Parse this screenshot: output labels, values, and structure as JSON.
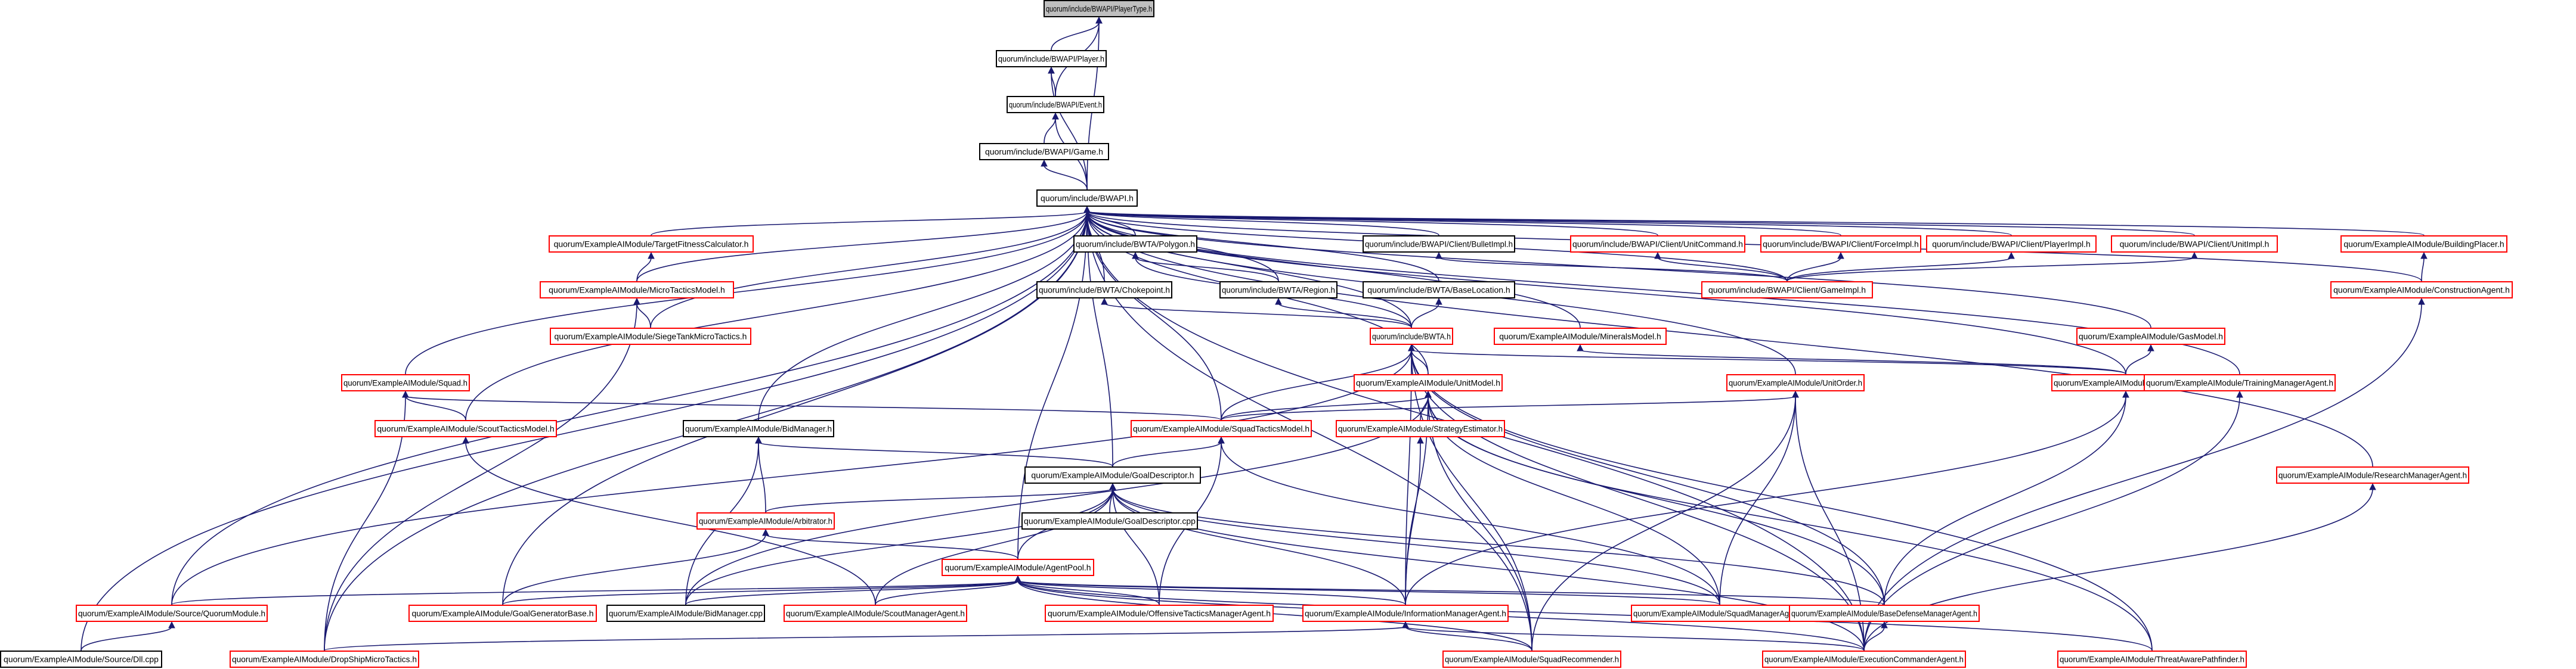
{
  "colors": {
    "edge": "#191970",
    "border_documented": "#000000",
    "border_undocumented": "#ff0000",
    "root_fill": "#bfbfbf"
  },
  "nodes": [
    {
      "id": "playertype",
      "label": "quorum/include/BWAPI/PlayerType.h",
      "style": "root"
    },
    {
      "id": "player",
      "label": "quorum/include/BWAPI/Player.h",
      "style": "black"
    },
    {
      "id": "event",
      "label": "quorum/include/BWAPI/Event.h",
      "style": "black"
    },
    {
      "id": "game",
      "label": "quorum/include/BWAPI/Game.h",
      "style": "black"
    },
    {
      "id": "bwapi",
      "label": "quorum/include/BWAPI.h",
      "style": "black"
    },
    {
      "id": "targetfitness",
      "label": "quorum/ExampleAIModule/TargetFitnessCalculator.h",
      "style": "red"
    },
    {
      "id": "bwtapolygon",
      "label": "quorum/include/BWTA/Polygon.h",
      "style": "black"
    },
    {
      "id": "bulletimpl",
      "label": "quorum/include/BWAPI/Client/BulletImpl.h",
      "style": "black"
    },
    {
      "id": "unitcommand",
      "label": "quorum/include/BWAPI/Client/UnitCommand.h",
      "style": "red"
    },
    {
      "id": "forceimpl",
      "label": "quorum/include/BWAPI/Client/ForceImpl.h",
      "style": "red"
    },
    {
      "id": "playerimpl",
      "label": "quorum/include/BWAPI/Client/PlayerImpl.h",
      "style": "red"
    },
    {
      "id": "unitimpl",
      "label": "quorum/include/BWAPI/Client/UnitImpl.h",
      "style": "red"
    },
    {
      "id": "buildingplacer",
      "label": "quorum/ExampleAIModule/BuildingPlacer.h",
      "style": "red"
    },
    {
      "id": "microtactics",
      "label": "quorum/ExampleAIModule/MicroTacticsModel.h",
      "style": "red"
    },
    {
      "id": "chokepoint",
      "label": "quorum/include/BWTA/Chokepoint.h",
      "style": "black"
    },
    {
      "id": "bwtaregion",
      "label": "quorum/include/BWTA/Region.h",
      "style": "black"
    },
    {
      "id": "baselocation",
      "label": "quorum/include/BWTA/BaseLocation.h",
      "style": "black"
    },
    {
      "id": "gameimpl",
      "label": "quorum/include/BWAPI/Client/GameImpl.h",
      "style": "red"
    },
    {
      "id": "constructionagent",
      "label": "quorum/ExampleAIModule/ConstructionAgent.h",
      "style": "red"
    },
    {
      "id": "siegetank",
      "label": "quorum/ExampleAIModule/SiegeTankMicroTactics.h",
      "style": "red"
    },
    {
      "id": "bwta",
      "label": "quorum/include/BWTA.h",
      "style": "red"
    },
    {
      "id": "mineralsmodel",
      "label": "quorum/ExampleAIModule/MineralsModel.h",
      "style": "red"
    },
    {
      "id": "gasmodel",
      "label": "quorum/ExampleAIModule/GasModel.h",
      "style": "red"
    },
    {
      "id": "squad",
      "label": "quorum/ExampleAIModule/Squad.h",
      "style": "red"
    },
    {
      "id": "unitmodel",
      "label": "quorum/ExampleAIModule/UnitModel.h",
      "style": "red"
    },
    {
      "id": "unitorder",
      "label": "quorum/ExampleAIModule/UnitOrder.h",
      "style": "red"
    },
    {
      "id": "basemodel",
      "label": "quorum/ExampleAIModule/BaseModel.h",
      "style": "red"
    },
    {
      "id": "trainingmanager",
      "label": "quorum/ExampleAIModule/TrainingManagerAgent.h",
      "style": "red"
    },
    {
      "id": "scouttactics",
      "label": "quorum/ExampleAIModule/ScoutTacticsModel.h",
      "style": "red"
    },
    {
      "id": "bidmanager",
      "label": "quorum/ExampleAIModule/BidManager.h",
      "style": "black"
    },
    {
      "id": "squadtactics",
      "label": "quorum/ExampleAIModule/SquadTacticsModel.h",
      "style": "red"
    },
    {
      "id": "strategyestimator",
      "label": "quorum/ExampleAIModule/StrategyEstimator.h",
      "style": "red"
    },
    {
      "id": "goaldescriptor",
      "label": "quorum/ExampleAIModule/GoalDescriptor.h",
      "style": "black"
    },
    {
      "id": "researchmanager",
      "label": "quorum/ExampleAIModule/ResearchManagerAgent.h",
      "style": "red"
    },
    {
      "id": "arbitrator",
      "label": "quorum/ExampleAIModule/Arbitrator.h",
      "style": "red"
    },
    {
      "id": "goaldescriptorcpp",
      "label": "quorum/ExampleAIModule/GoalDescriptor.cpp",
      "style": "black"
    },
    {
      "id": "agentpool",
      "label": "quorum/ExampleAIModule/AgentPool.h",
      "style": "red"
    },
    {
      "id": "quorummodule",
      "label": "quorum/ExampleAIModule/Source/QuorumModule.h",
      "style": "red"
    },
    {
      "id": "goalgeneratorbase",
      "label": "quorum/ExampleAIModule/GoalGeneratorBase.h",
      "style": "red"
    },
    {
      "id": "bidmanagercpp",
      "label": "quorum/ExampleAIModule/BidManager.cpp",
      "style": "black"
    },
    {
      "id": "scoutmanager",
      "label": "quorum/ExampleAIModule/ScoutManagerAgent.h",
      "style": "red"
    },
    {
      "id": "offensivetactics",
      "label": "quorum/ExampleAIModule/OffensiveTacticsManagerAgent.h",
      "style": "red"
    },
    {
      "id": "infomanager",
      "label": "quorum/ExampleAIModule/InformationManagerAgent.h",
      "style": "red"
    },
    {
      "id": "squadmanager",
      "label": "quorum/ExampleAIModule/SquadManagerAgent.h",
      "style": "red"
    },
    {
      "id": "basedefense",
      "label": "quorum/ExampleAIModule/BaseDefenseManagerAgent.h",
      "style": "red"
    },
    {
      "id": "dllcpp",
      "label": "quorum/ExampleAIModule/Source/Dll.cpp",
      "style": "black"
    },
    {
      "id": "dropship",
      "label": "quorum/ExampleAIModule/DropShipMicroTactics.h",
      "style": "red"
    },
    {
      "id": "squadrecommender",
      "label": "quorum/ExampleAIModule/SquadRecommender.h",
      "style": "red"
    },
    {
      "id": "executioncommander",
      "label": "quorum/ExampleAIModule/ExecutionCommanderAgent.h",
      "style": "red"
    },
    {
      "id": "threatpathfinder",
      "label": "quorum/ExampleAIModule/ThreatAwarePathfinder.h",
      "style": "red"
    }
  ],
  "edges": [
    [
      "playertype",
      "player"
    ],
    [
      "playertype",
      "event"
    ],
    [
      "playertype",
      "bwapi"
    ],
    [
      "player",
      "event"
    ],
    [
      "player",
      "bwapi"
    ],
    [
      "event",
      "game"
    ],
    [
      "event",
      "bwapi"
    ],
    [
      "game",
      "bwapi"
    ],
    [
      "bwapi",
      "targetfitness"
    ],
    [
      "bwapi",
      "microtactics"
    ],
    [
      "bwapi",
      "siegetank"
    ],
    [
      "bwapi",
      "squad"
    ],
    [
      "bwapi",
      "scouttactics"
    ],
    [
      "bwapi",
      "quorummodule"
    ],
    [
      "bwapi",
      "dllcpp"
    ],
    [
      "bwapi",
      "dropship"
    ],
    [
      "bwapi",
      "goalgeneratorbase"
    ],
    [
      "bwapi",
      "bidmanager"
    ],
    [
      "bwapi",
      "goaldescriptor"
    ],
    [
      "bwapi",
      "agentpool"
    ],
    [
      "bwapi",
      "squadtactics"
    ],
    [
      "bwapi",
      "bwtapolygon"
    ],
    [
      "bwapi",
      "chokepoint"
    ],
    [
      "bwapi",
      "bwtaregion"
    ],
    [
      "bwapi",
      "baselocation"
    ],
    [
      "bwapi",
      "bwta"
    ],
    [
      "bwapi",
      "mineralsmodel"
    ],
    [
      "bwapi",
      "unitmodel"
    ],
    [
      "bwapi",
      "unitorder"
    ],
    [
      "bwapi",
      "bulletimpl"
    ],
    [
      "bwapi",
      "unitcommand"
    ],
    [
      "bwapi",
      "forceimpl"
    ],
    [
      "bwapi",
      "playerimpl"
    ],
    [
      "bwapi",
      "unitimpl"
    ],
    [
      "bwapi",
      "gameimpl"
    ],
    [
      "bwapi",
      "gasmodel"
    ],
    [
      "bwapi",
      "basemodel"
    ],
    [
      "bwapi",
      "trainingmanager"
    ],
    [
      "bwapi",
      "buildingplacer"
    ],
    [
      "bwapi",
      "constructionagent"
    ],
    [
      "bwapi",
      "researchmanager"
    ],
    [
      "bwapi",
      "executioncommander"
    ],
    [
      "bwapi",
      "squadrecommender"
    ],
    [
      "bwtapolygon",
      "bwtaregion"
    ],
    [
      "bwtapolygon",
      "bwta"
    ],
    [
      "chokepoint",
      "bwta"
    ],
    [
      "bwtaregion",
      "bwta"
    ],
    [
      "baselocation",
      "bwta"
    ],
    [
      "bulletimpl",
      "gameimpl"
    ],
    [
      "unitcommand",
      "gameimpl"
    ],
    [
      "forceimpl",
      "gameimpl"
    ],
    [
      "playerimpl",
      "gameimpl"
    ],
    [
      "unitimpl",
      "gameimpl"
    ],
    [
      "buildingplacer",
      "constructionagent"
    ],
    [
      "targetfitness",
      "microtactics"
    ],
    [
      "microtactics",
      "siegetank"
    ],
    [
      "microtactics",
      "dropship"
    ],
    [
      "bwta",
      "quorummodule"
    ],
    [
      "bwta",
      "unitmodel"
    ],
    [
      "bwta",
      "squadtactics"
    ],
    [
      "bwta",
      "basemodel"
    ],
    [
      "bwta",
      "infomanager"
    ],
    [
      "bwta",
      "basedefense"
    ],
    [
      "bwta",
      "squadrecommender"
    ],
    [
      "bwta",
      "executioncommander"
    ],
    [
      "bwta",
      "threatpathfinder"
    ],
    [
      "mineralsmodel",
      "basemodel"
    ],
    [
      "gasmodel",
      "basemodel"
    ],
    [
      "squad",
      "scouttactics"
    ],
    [
      "squad",
      "squadtactics"
    ],
    [
      "squad",
      "dropship"
    ],
    [
      "unitmodel",
      "squadtactics"
    ],
    [
      "unitmodel",
      "strategyestimator"
    ],
    [
      "unitmodel",
      "bidmanagercpp"
    ],
    [
      "unitmodel",
      "infomanager"
    ],
    [
      "unitmodel",
      "squadmanager"
    ],
    [
      "unitmodel",
      "basedefense"
    ],
    [
      "unitmodel",
      "threatpathfinder"
    ],
    [
      "unitmodel",
      "squadrecommender"
    ],
    [
      "unitorder",
      "squadtactics"
    ],
    [
      "unitorder",
      "squadmanager"
    ],
    [
      "unitorder",
      "squadrecommender"
    ],
    [
      "unitorder",
      "executioncommander"
    ],
    [
      "basemodel",
      "infomanager"
    ],
    [
      "basemodel",
      "basedefense"
    ],
    [
      "trainingmanager",
      "executioncommander"
    ],
    [
      "constructionagent",
      "executioncommander"
    ],
    [
      "researchmanager",
      "executioncommander"
    ],
    [
      "scouttactics",
      "scoutmanager"
    ],
    [
      "bidmanager",
      "arbitrator"
    ],
    [
      "bidmanager",
      "goaldescriptor"
    ],
    [
      "bidmanager",
      "bidmanagercpp"
    ],
    [
      "squadtactics",
      "goaldescriptor"
    ],
    [
      "squadtactics",
      "offensivetactics"
    ],
    [
      "squadtactics",
      "squadmanager"
    ],
    [
      "strategyestimator",
      "infomanager"
    ],
    [
      "goaldescriptor",
      "arbitrator"
    ],
    [
      "goaldescriptor",
      "goaldescriptorcpp"
    ],
    [
      "goaldescriptor",
      "agentpool"
    ],
    [
      "goaldescriptor",
      "bidmanagercpp"
    ],
    [
      "goaldescriptor",
      "scoutmanager"
    ],
    [
      "goaldescriptor",
      "offensivetactics"
    ],
    [
      "goaldescriptor",
      "infomanager"
    ],
    [
      "goaldescriptor",
      "squadmanager"
    ],
    [
      "goaldescriptor",
      "basedefense"
    ],
    [
      "goaldescriptor",
      "executioncommander"
    ],
    [
      "arbitrator",
      "agentpool"
    ],
    [
      "arbitrator",
      "goalgeneratorbase"
    ],
    [
      "agentpool",
      "quorummodule"
    ],
    [
      "agentpool",
      "goalgeneratorbase"
    ],
    [
      "agentpool",
      "bidmanagercpp"
    ],
    [
      "agentpool",
      "scoutmanager"
    ],
    [
      "agentpool",
      "offensivetactics"
    ],
    [
      "agentpool",
      "infomanager"
    ],
    [
      "agentpool",
      "squadmanager"
    ],
    [
      "agentpool",
      "basedefense"
    ],
    [
      "agentpool",
      "squadrecommender"
    ],
    [
      "agentpool",
      "executioncommander"
    ],
    [
      "agentpool",
      "threatpathfinder"
    ],
    [
      "quorummodule",
      "dllcpp"
    ],
    [
      "infomanager",
      "dropship"
    ],
    [
      "infomanager",
      "squadrecommender"
    ],
    [
      "infomanager",
      "executioncommander"
    ],
    [
      "basedefense",
      "executioncommander"
    ]
  ]
}
